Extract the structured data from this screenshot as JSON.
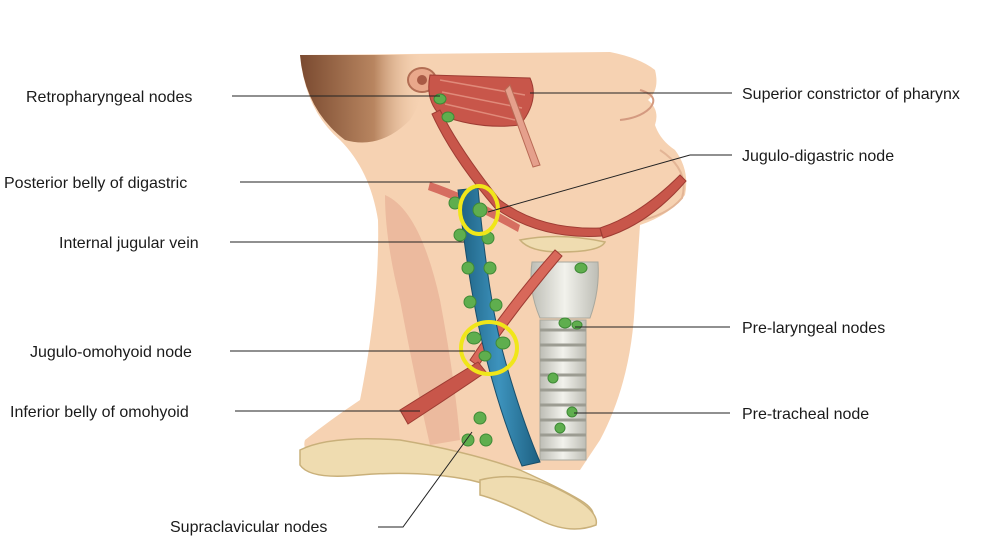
{
  "labels": {
    "retropharyngeal_nodes": "Retropharyngeal nodes",
    "posterior_belly_of_digastric": "Posterior belly of digastric",
    "internal_jugular_vein": "Internal jugular vein",
    "jugulo_omohyoid_node": "Jugulo-omohyoid node",
    "inferior_belly_of_omohyoid": "Inferior belly of omohyoid",
    "supraclavicular_nodes": "Supraclavicular nodes",
    "superior_constrictor_of_pharynx": "Superior constrictor of pharynx",
    "jugulo_digastric_node": "Jugulo-digastric node",
    "pre_laryngeal_nodes": "Pre-laryngeal nodes",
    "pre_tracheal_node": "Pre-tracheal node"
  },
  "colors": {
    "skin": "#f6d2b2",
    "skin_shadow": "#e8a98a",
    "hair": "#8b5a3c",
    "muscle": "#c8564a",
    "muscle_light": "#e08a7a",
    "vein": "#2f7fa8",
    "vein_dark": "#1d5f80",
    "node": "#5fae4e",
    "node_dark": "#3f8a36",
    "highlight_ring": "#f0e619",
    "cartilage": "#dcdcd4",
    "bone": "#efdcb0",
    "bone_edge": "#c9b07a"
  }
}
